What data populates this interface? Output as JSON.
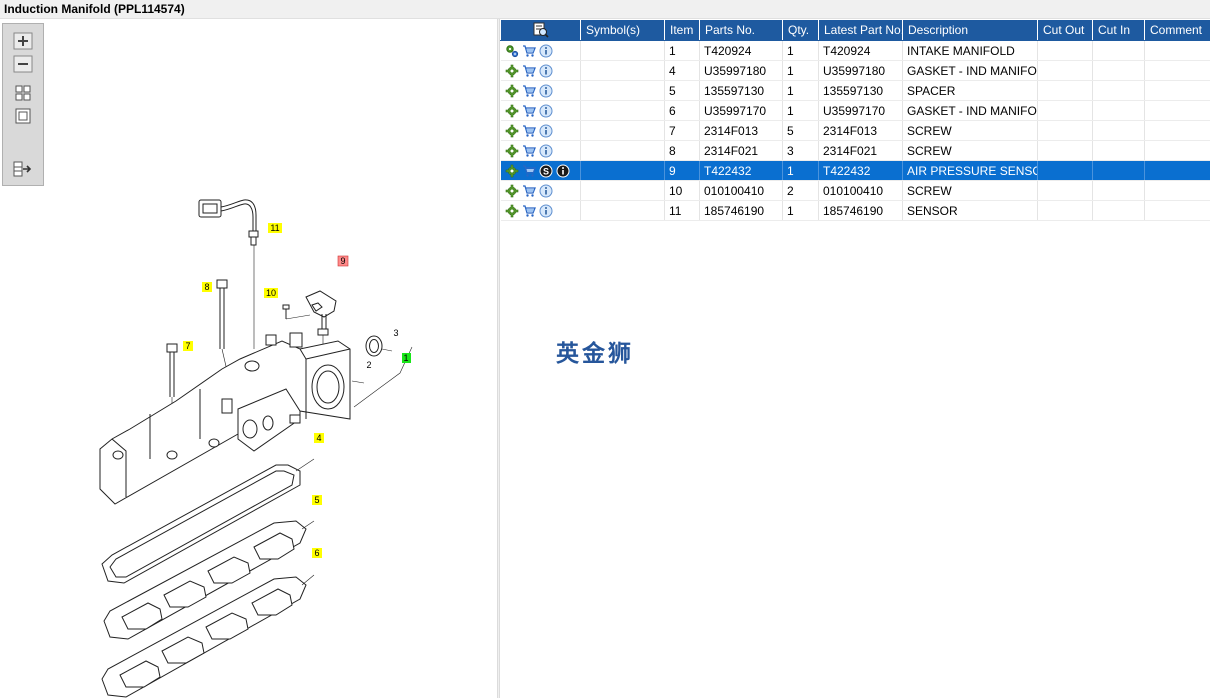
{
  "window": {
    "title": "Induction Manifold (PPL114574)"
  },
  "watermark": "英金狮",
  "colors": {
    "header": "#1e5aa0",
    "selected_row": "#0a6fd0",
    "callout_yellow": "#ffff00",
    "callout_red": "#ff8a8a",
    "callout_green": "#19e619"
  },
  "toolbar": {
    "buttons": [
      {
        "icon": "zoom-in-icon"
      },
      {
        "icon": "zoom-out-icon"
      },
      {
        "icon": "fit-all-icon"
      },
      {
        "icon": "fit-window-icon"
      },
      {
        "icon": "export-icon"
      }
    ]
  },
  "table": {
    "columns": [
      "Symbol(s)",
      "Item",
      "Parts No.",
      "Qty.",
      "Latest Part No.",
      "Description",
      "Cut Out",
      "Cut In",
      "Comment"
    ],
    "rows": [
      {
        "item": "1",
        "part_no": "T420924",
        "qty": "1",
        "latest": "T420924",
        "desc": "INTAKE MANIFOLD",
        "first_icon": "gears-icon"
      },
      {
        "item": "4",
        "part_no": "U35997180",
        "qty": "1",
        "latest": "U35997180",
        "desc": "GASKET - IND MANIFOLD",
        "first_icon": "gear-icon"
      },
      {
        "item": "5",
        "part_no": "135597130",
        "qty": "1",
        "latest": "135597130",
        "desc": "SPACER",
        "first_icon": "gear-icon"
      },
      {
        "item": "6",
        "part_no": "U35997170",
        "qty": "1",
        "latest": "U35997170",
        "desc": "GASKET - IND MANIFOLD",
        "first_icon": "gear-icon"
      },
      {
        "item": "7",
        "part_no": "2314F013",
        "qty": "5",
        "latest": "2314F013",
        "desc": "SCREW",
        "first_icon": "gear-icon"
      },
      {
        "item": "8",
        "part_no": "2314F021",
        "qty": "3",
        "latest": "2314F021",
        "desc": "SCREW",
        "first_icon": "gear-icon"
      },
      {
        "item": "9",
        "part_no": "T422432",
        "qty": "1",
        "latest": "T422432",
        "desc": "AIR PRESSURE SENSOR",
        "first_icon": "gear-icon",
        "selected": true,
        "service_badge": "S"
      },
      {
        "item": "10",
        "part_no": "010100410",
        "qty": "2",
        "latest": "010100410",
        "desc": "SCREW",
        "first_icon": "gear-icon"
      },
      {
        "item": "11",
        "part_no": "185746190",
        "qty": "1",
        "latest": "185746190",
        "desc": "SENSOR",
        "first_icon": "gear-icon"
      }
    ]
  },
  "diagram": {
    "callouts": [
      "11",
      "9",
      "8",
      "10",
      "3",
      "7",
      "2",
      "1",
      "4",
      "5",
      "6"
    ]
  }
}
